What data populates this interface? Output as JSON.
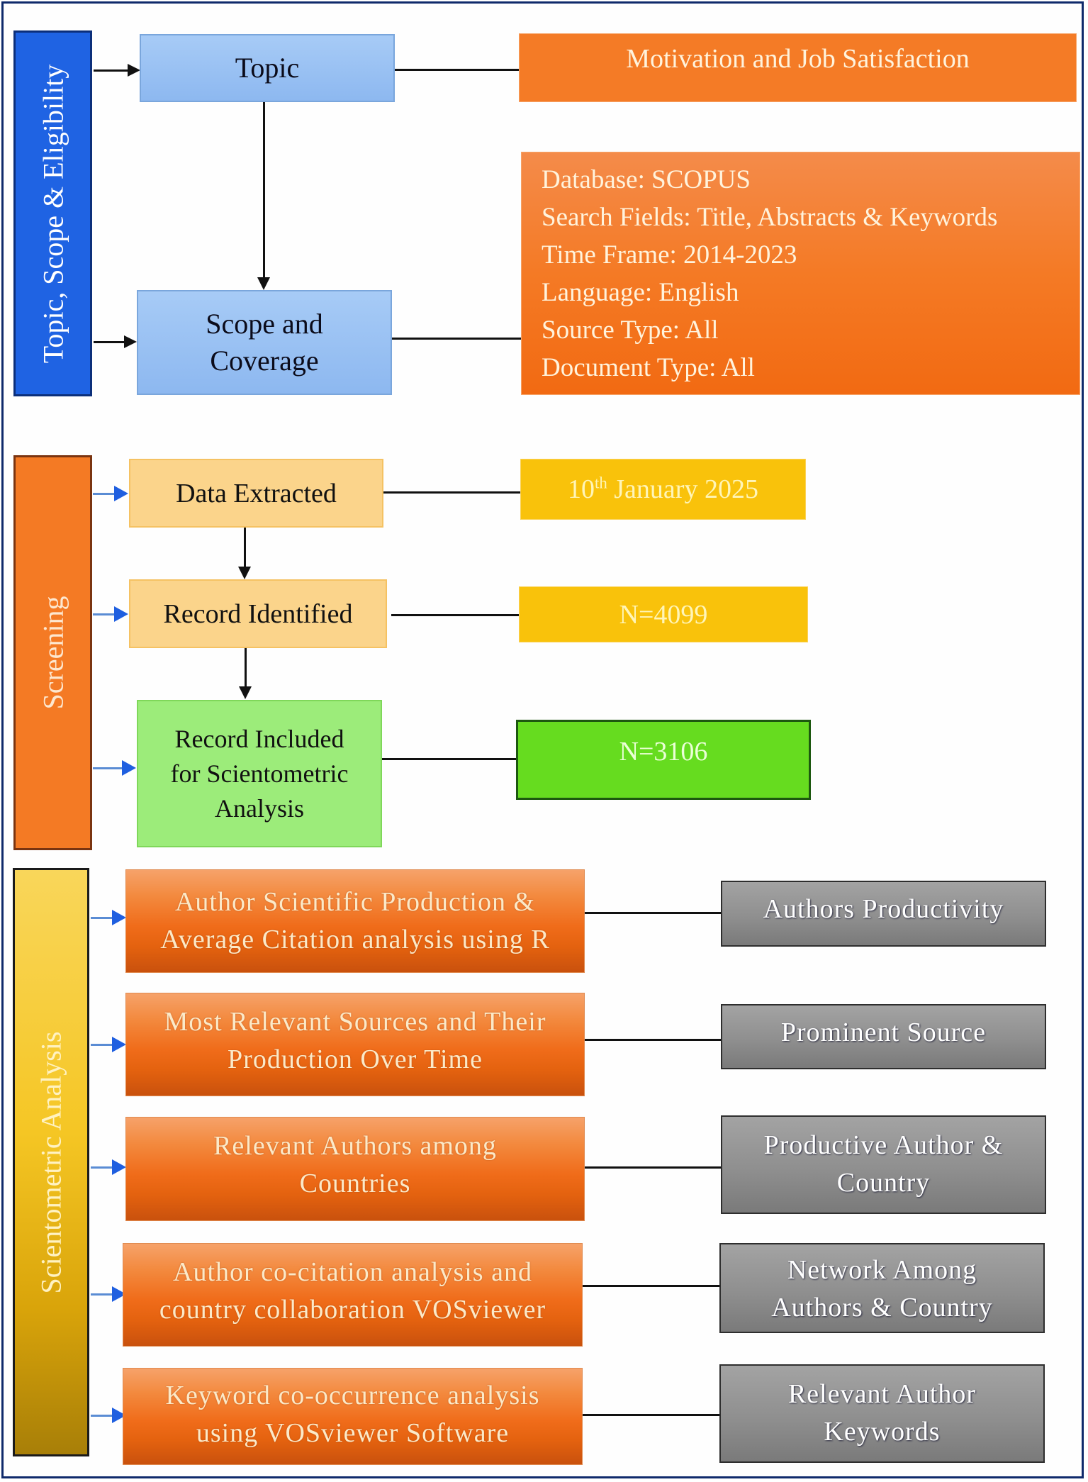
{
  "sections": {
    "topic_scope": {
      "label": "Topic, Scope & Eligibility",
      "color": "#1f63e3"
    },
    "screening": {
      "label": "Screening",
      "color": "#f47a24"
    },
    "analysis": {
      "label": "Scientometric Analysis",
      "color": "#f5c624"
    }
  },
  "topic_scope": {
    "topic": {
      "label": "Topic",
      "value": "Motivation and Job Satisfaction"
    },
    "scope": {
      "label_line1": "Scope and",
      "label_line2": "Coverage",
      "params": [
        "Database: SCOPUS",
        "Search Fields: Title, Abstracts & Keywords",
        "Time Frame: 2014-2023",
        "Language: English",
        "Source Type: All",
        "Document Type: All"
      ]
    }
  },
  "screening": {
    "data_extracted": {
      "label": "Data Extracted",
      "value_day": "10",
      "value_suffix": "th",
      "value_rest": " January 2025"
    },
    "record_identified": {
      "label": "Record Identified",
      "value": "N=4099"
    },
    "record_included": {
      "label_line1": "Record Included",
      "label_line2": "for Scientometric",
      "label_line3": "Analysis",
      "value": "N=3106"
    }
  },
  "analysis": {
    "rows": [
      {
        "method_line1": "Author Scientific Production &",
        "method_line2": "Average Citation analysis using R",
        "outcome_line1": "Authors Productivity",
        "outcome_line2": ""
      },
      {
        "method_line1": "Most Relevant Sources and Their",
        "method_line2": "Production Over Time",
        "outcome_line1": "Prominent Source",
        "outcome_line2": ""
      },
      {
        "method_line1": "Relevant Authors among",
        "method_line2": "Countries",
        "outcome_line1": "Productive Author &",
        "outcome_line2": "Country"
      },
      {
        "method_line1": "Author co-citation analysis and",
        "method_line2": "country collaboration VOSviewer",
        "outcome_line1": "Network Among",
        "outcome_line2": "Authors & Country"
      },
      {
        "method_line1": "Keyword co-occurrence analysis",
        "method_line2": "using VOSviewer Software",
        "outcome_line1": "Relevant Author",
        "outcome_line2": "Keywords"
      }
    ]
  },
  "colors": {
    "frame": "#0f2a6b",
    "light_blue": "#9ec5f5",
    "light_yellow": "#fbd48b",
    "light_green": "#9cec7a",
    "orange": "#f47b26",
    "amber": "#f9c20b",
    "green": "#66dc1f",
    "gray": "#8f8f8f",
    "arrow_blue": "#1f5fe0"
  }
}
